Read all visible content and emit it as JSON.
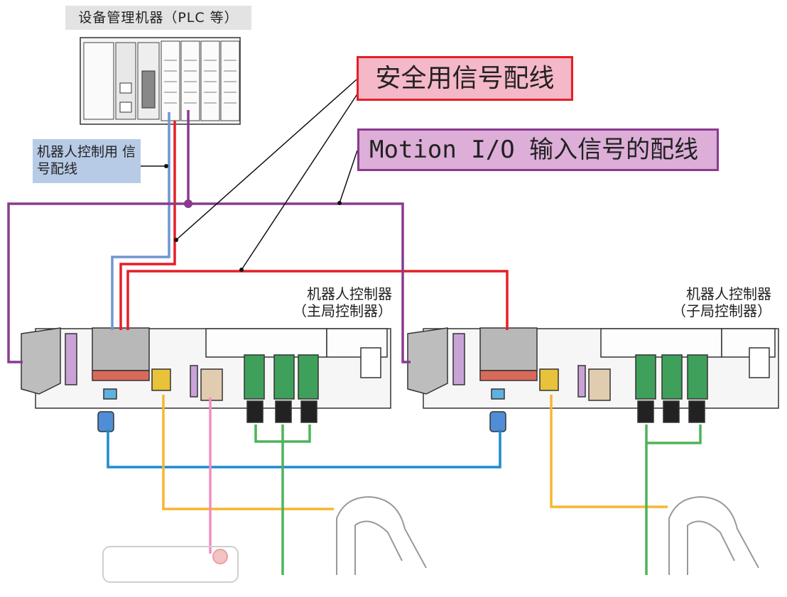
{
  "plc": {
    "title": "设备管理机器（PLC 等）"
  },
  "legend": {
    "robot_signal": "机器人控制用 信号配线",
    "safety_signal": "安全用信号配线",
    "motion_signal": "Motion I/O 输入信号的配线"
  },
  "controllers": [
    {
      "line1": "机器人控制器",
      "line2": "（主局控制器）"
    },
    {
      "line1": "机器人控制器",
      "line2": "（子局控制器）"
    }
  ],
  "colors": {
    "safety_wire": "#e61e28",
    "motion_wire": "#8a3a8f",
    "robot_wire": "#6f96cf",
    "lan_wire": "#1c8ad0",
    "rs232_wire": "#f5b731",
    "teach_wire": "#f08fbd",
    "robot_cable": "#4db35a"
  }
}
